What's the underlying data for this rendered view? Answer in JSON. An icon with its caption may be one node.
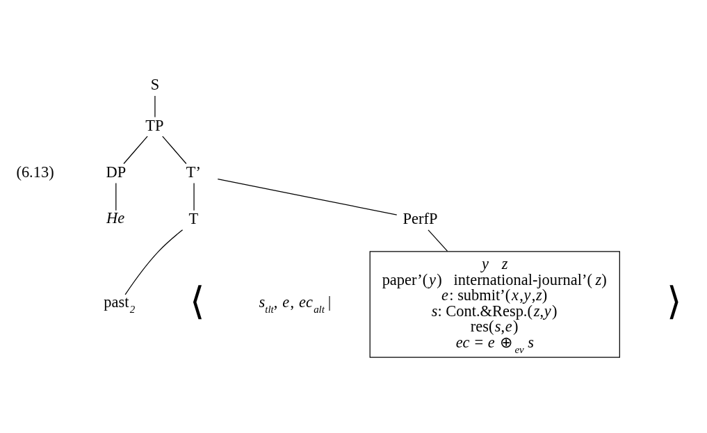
{
  "diagram": {
    "nodes": [
      {
        "text": [
          "S"
        ]
      },
      {
        "text": [
          "TP"
        ]
      },
      {
        "text": [
          "DP"
        ]
      },
      {
        "text": [
          "T’"
        ]
      },
      {
        "text": [
          "*He*"
        ]
      },
      {
        "text": [
          "T"
        ]
      },
      {
        "text": [
          "PerfP"
        ]
      },
      {
        "text": [
          "past$_{2}$"
        ]
      },
      {
        "text": [
          "*y*   *z*",
          "paper’(*y*)   international-journal’(*z*)",
          "*e*: submit’(*x*,*y*,*z*)",
          "*s*: Cont.&Resp.(*z*,*y*)",
          "res(*s*,*e*)",
          "*ec* = *e* ⊕$_{ev}$ *s*"
        ]
      }
    ],
    "edges": [
      {
        "from": 0,
        "to": 1,
        "arrow": "none"
      },
      {
        "from": 1,
        "to": 2,
        "arrow": "none"
      },
      {
        "from": 1,
        "to": 3,
        "arrow": "none"
      },
      {
        "from": 2,
        "to": 4,
        "arrow": "none"
      },
      {
        "from": 3,
        "to": 5,
        "arrow": "none"
      },
      {
        "from": 3,
        "to": 6,
        "arrow": "none"
      },
      {
        "from": 5,
        "to": 7,
        "arrow": "none"
      },
      {
        "from": 6,
        "to": 8,
        "arrow": "none"
      }
    ],
    "labels": [
      "(6.13)",
      "⟨",
      "*s*$_{tlt}$, *e*, *ec*$_{alt}$ |",
      "⟩"
    ]
  }
}
